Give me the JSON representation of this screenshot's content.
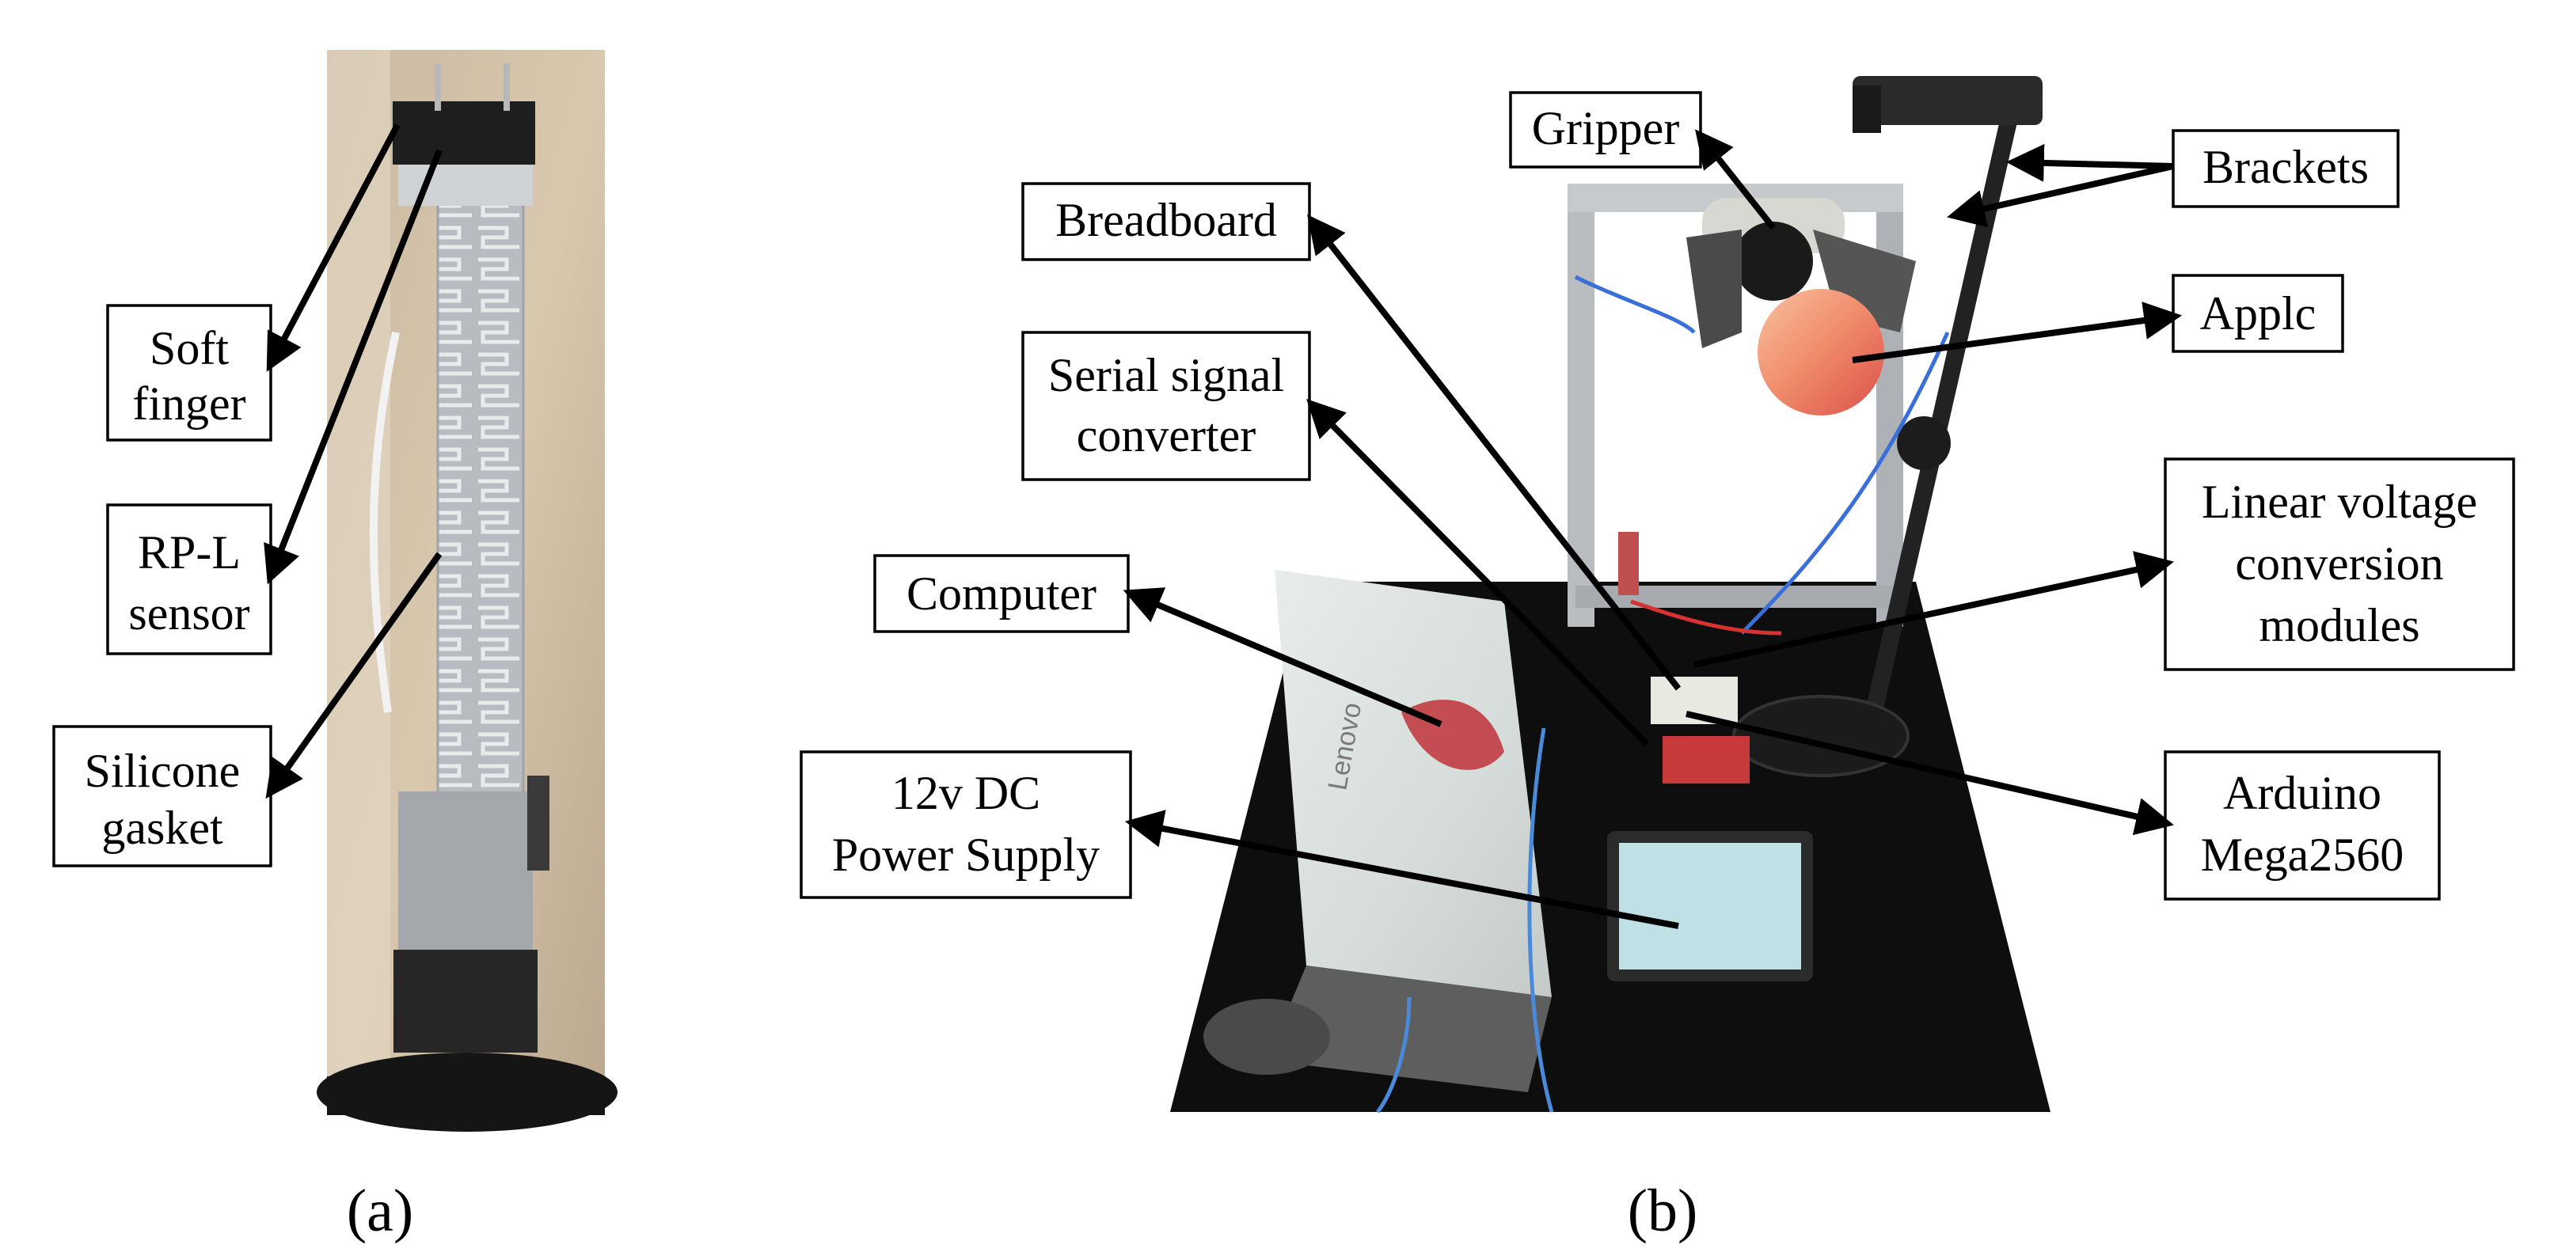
{
  "panels": {
    "a": "(a)",
    "b": "(b)"
  },
  "labels_a": {
    "soft_finger": [
      "Soft",
      "finger"
    ],
    "rpl_sensor": [
      "RP-L",
      "sensor"
    ],
    "silicone_gasket": [
      "Silicone",
      "gasket"
    ]
  },
  "labels_b": {
    "gripper": "Gripper",
    "brackets": "Brackets",
    "breadboard": "Breadboard",
    "apple": "Applc",
    "serial_converter": [
      "Serial signal",
      "converter"
    ],
    "linear_voltage": [
      "Linear voltage",
      "conversion",
      "modules"
    ],
    "computer": "Computer",
    "arduino": [
      "Arduino",
      "Mega2560"
    ],
    "power_supply": [
      "12v DC",
      "Power Supply"
    ]
  },
  "laptop_brand": "Lenovo"
}
